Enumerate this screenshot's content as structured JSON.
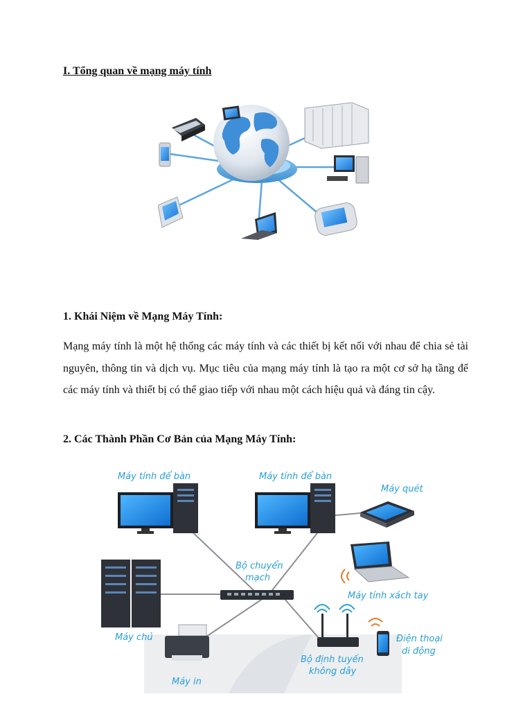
{
  "doc": {
    "heading": "I. Tổng quan về mạng máy tính",
    "section1_title": "1. Khái Niệm về Mạng Máy Tính:",
    "section1_text": "Mạng máy tính là một hệ thống các máy tính và các thiết bị kết nối với nhau để chia sẻ tài nguyên, thông tin và dịch vụ. Mục tiêu của mạng máy tính là tạo ra một cơ sở hạ tầng để các máy tính và thiết bị có thể giao tiếp với nhau một cách hiệu quả và đáng tin cậy.",
    "section2_title": "2. Các Thành Phần Cơ Bản của Mạng Máy Tính:"
  },
  "diagram": {
    "desktop1": "Máy tính để bàn",
    "desktop2": "Máy tính để bàn",
    "scanner": "Máy quét",
    "switch_line1": "Bộ chuyển",
    "switch_line2": "mạch",
    "laptop": "Máy tính xách tay",
    "server": "Máy chủ",
    "phone_line1": "Điện thoại",
    "phone_line2": "di động",
    "router_line1": "Bộ định tuyến",
    "router_line2": "không dây",
    "printer": "Máy in"
  },
  "colors": {
    "label": "#2a9fd6",
    "globe_ring": "#5aa6dc",
    "screen": "#1e90e8",
    "dark_device": "#2b2f36"
  },
  "icons": [
    "globe-icon",
    "desktop-icon",
    "server-icon",
    "switch-icon",
    "router-icon",
    "printer-icon",
    "laptop-icon",
    "scanner-icon",
    "phone-icon"
  ]
}
